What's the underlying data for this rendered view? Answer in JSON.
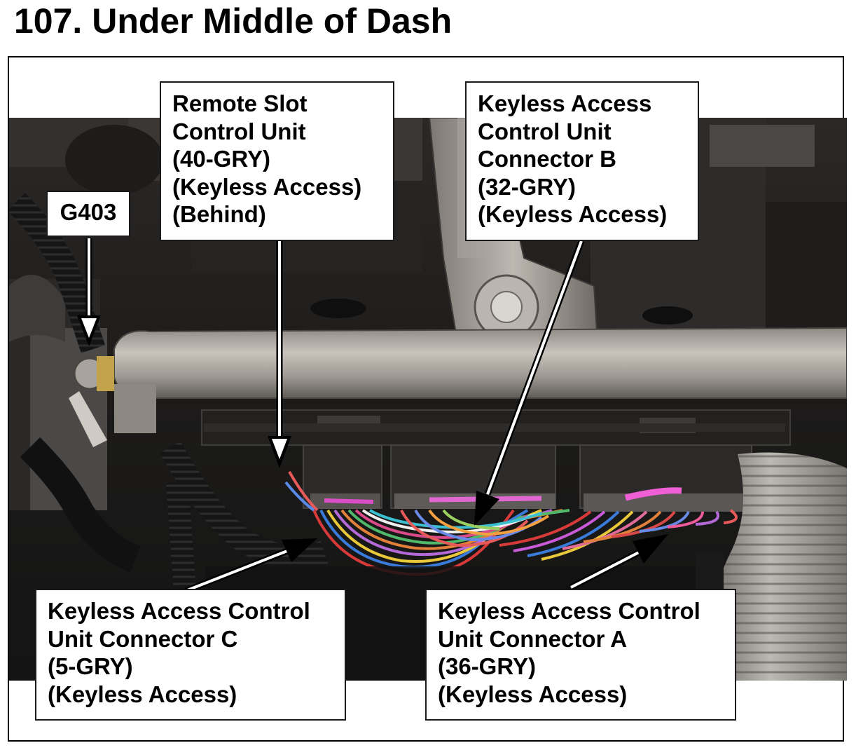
{
  "page": {
    "title": "107.  Under Middle of Dash"
  },
  "callouts": {
    "g403": "G403",
    "remote_slot": "Remote Slot\nControl Unit\n(40-GRY)\n(Keyless Access)\n(Behind)",
    "connector_b": "Keyless Access\nControl Unit\nConnector B\n(32-GRY)\n(Keyless Access)",
    "connector_c": "Keyless Access Control\nUnit Connector C\n(5-GRY)\n(Keyless Access)",
    "connector_a": "Keyless Access Control\nUnit Connector A\n(36-GRY)\n(Keyless Access)"
  }
}
